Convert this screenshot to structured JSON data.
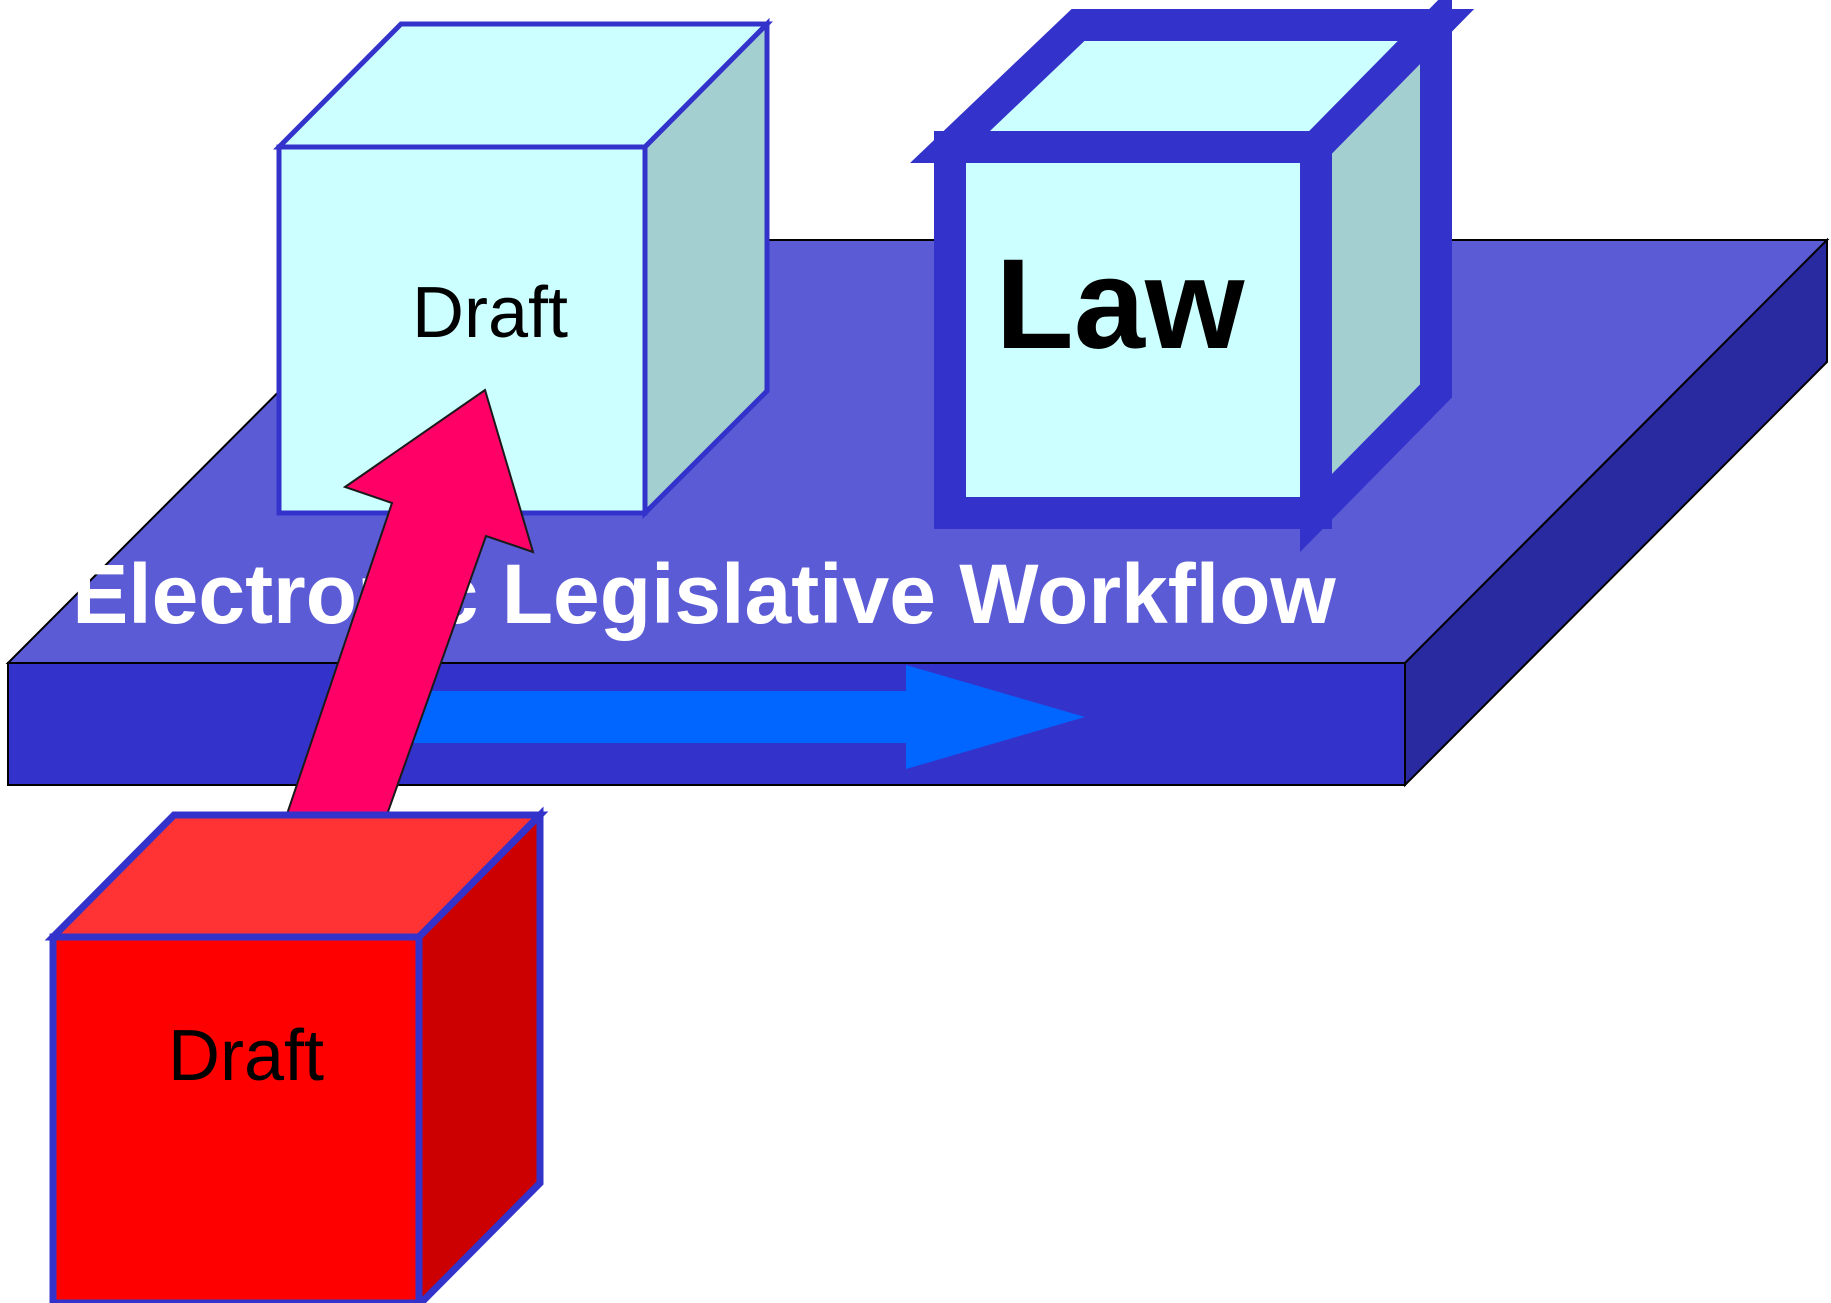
{
  "diagram": {
    "platform_label": "Electronic Legislative Workflow",
    "draft_box_label": "Draft",
    "law_box_label": "Law",
    "incoming_draft_label": "Draft"
  },
  "colors": {
    "platform_top": "#5B5BD6",
    "platform_front": "#3333CC",
    "platform_side": "#2A2AA0",
    "flow_arrow": "#0066FF",
    "pink_arrow": "#FF0066",
    "cube_light_face": "#CCFFFF",
    "cube_light_side": "#A4CFD1",
    "cube_outline": "#3333CC",
    "red_cube_front": "#FF0000",
    "red_cube_top": "#FF3333",
    "red_cube_side": "#CC0000"
  }
}
